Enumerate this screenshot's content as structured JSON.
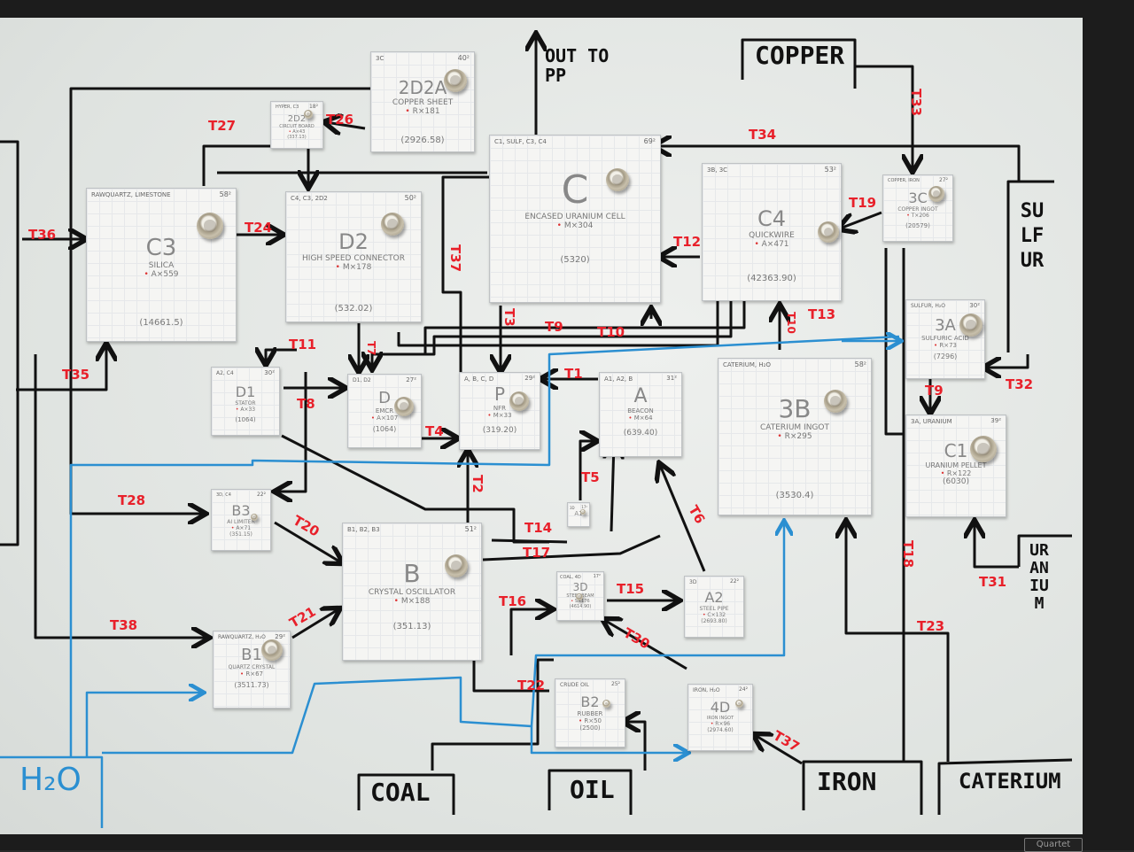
{
  "colors": {
    "black_wire": "#111111",
    "blue_wire": "#2b8fd1",
    "red_label": "#e8202a"
  },
  "sources": {
    "copper": "COPPER",
    "sulfur": "SULFUR",
    "uranium": "URANIUM",
    "coal": "COAL",
    "oil": "OIL",
    "iron": "IRON",
    "caterium": "CATERIUM",
    "water": "H₂O",
    "output_to_pp": "OUT TO PP"
  },
  "brand": "Quartet",
  "machines": {
    "d2a": {
      "ingredients": "3C",
      "tier": "40²",
      "code": "2D2A",
      "name": "COPPER SHEET",
      "rate": "R×181",
      "total": "(2926.58)"
    },
    "d2b": {
      "ingredients": "HYPER, C3",
      "tier": "18²",
      "code": "2D2",
      "name": "CIRCUIT BOARD",
      "rate": "A×43",
      "total": "(337.13)"
    },
    "c3": {
      "ingredients": "RAWQUARTZ, LIMESTONE",
      "tier": "58²",
      "code": "C3",
      "name": "SILICA",
      "rate": "A×559",
      "total": "(14661.5)"
    },
    "d2": {
      "ingredients": "C4, C3, 2D2",
      "tier": "50²",
      "code": "D2",
      "name": "HIGH SPEED CONNECTOR",
      "rate": "M×178",
      "total": "(532.02)"
    },
    "c": {
      "ingredients": "C1, SULF, C3, C4",
      "tier": "69²",
      "code": "C",
      "name": "ENCASED URANIUM CELL",
      "rate": "M×304",
      "total": "(5320)"
    },
    "c4": {
      "ingredients": "3B, 3C",
      "tier": "53²",
      "code": "C4",
      "name": "QUICKWIRE",
      "rate": "A×471",
      "total": "(42363.90)"
    },
    "c3c": {
      "ingredients": "COPPER, IRON",
      "tier": "27²",
      "code": "3C",
      "name": "COPPER INGOT",
      "rate": "T×206",
      "total": "(20579)"
    },
    "a3": {
      "ingredients": "SULFUR, H₂O",
      "tier": "30²",
      "code": "3A",
      "name": "SULFURIC ACID",
      "rate": "R×73",
      "total": "(7296)"
    },
    "d1": {
      "ingredients": "A2, C4",
      "tier": "30²",
      "code": "D1",
      "name": "STATOR",
      "rate": "A×33",
      "total": "(1064)"
    },
    "d": {
      "ingredients": "D1, D2",
      "tier": "27²",
      "code": "D",
      "name": "EMCR",
      "rate": "A×107",
      "total": "(1064)"
    },
    "p": {
      "ingredients": "A, B, C, D",
      "tier": "29²",
      "code": "P",
      "name": "NFR",
      "rate": "M×33",
      "total": "(319.20)"
    },
    "a": {
      "ingredients": "A1, A2, B",
      "tier": "31²",
      "code": "A",
      "name": "BEACON",
      "rate": "M×64",
      "total": "(639.40)"
    },
    "b3b": {
      "ingredients": "CATERIUM, H₂O",
      "tier": "58²",
      "code": "3B",
      "name": "CATERIUM INGOT",
      "rate": "R×295",
      "total": "(3530.4)"
    },
    "c1": {
      "ingredients": "3A, URANIUM",
      "tier": "39²",
      "code": "C1",
      "name": "URANIUM PELLET",
      "rate": "R×122",
      "total": "(6030)"
    },
    "b3": {
      "ingredients": "3D, C4",
      "tier": "22²",
      "code": "B3",
      "name": "AI LIMITER",
      "rate": "A×71",
      "total": "(351.15)"
    },
    "b": {
      "ingredients": "B1, B2, B3",
      "tier": "51²",
      "code": "B",
      "name": "CRYSTAL OSCILLATOR",
      "rate": "M×188",
      "total": "(351.13)"
    },
    "a1": {
      "ingredients": "3D",
      "tier": "17²",
      "code": "A1",
      "name": "",
      "rate": "",
      "total": ""
    },
    "d3": {
      "ingredients": "COAL, 4D",
      "tier": "17²",
      "code": "3D",
      "name": "STEEL BEAM",
      "rate": "S×176",
      "total": "(4614.90)"
    },
    "a2": {
      "ingredients": "3D",
      "tier": "22²",
      "code": "A2",
      "name": "STEEL PIPE",
      "rate": "C×132",
      "total": "(2693.80)"
    },
    "b1": {
      "ingredients": "RAWQUARTZ, H₂O",
      "tier": "29²",
      "code": "B1",
      "name": "QUARTZ CRYSTAL",
      "rate": "R×67",
      "total": "(3511.73)"
    },
    "b2": {
      "ingredients": "CRUDE OIL",
      "tier": "25²",
      "code": "B2",
      "name": "RUBBER",
      "rate": "R×50",
      "total": "(2500)"
    },
    "d4": {
      "ingredients": "IRON, H₂O",
      "tier": "24²",
      "code": "4D",
      "name": "IRON INGOT",
      "rate": "R×96",
      "total": "(2974.60)"
    }
  },
  "transport_labels": [
    "T1",
    "T2",
    "T3",
    "T4",
    "T5",
    "T6",
    "T7",
    "T8",
    "T9",
    "T10",
    "T11",
    "T12",
    "T13",
    "T14",
    "T15",
    "T16",
    "T17",
    "T18",
    "T19",
    "T20",
    "T21",
    "T22",
    "T23",
    "T24",
    "T26",
    "T27",
    "T28",
    "T30",
    "T31",
    "T32",
    "T33",
    "T34",
    "T35",
    "T36",
    "T37",
    "T38"
  ]
}
